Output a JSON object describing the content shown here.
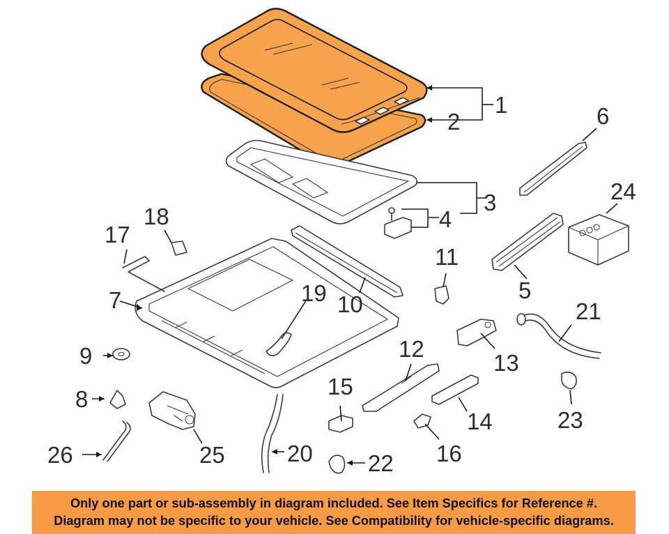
{
  "diagram": {
    "highlight_color": "#f7a24c",
    "highlighted_parts": [
      "1",
      "2"
    ],
    "callouts": {
      "c1": "1",
      "c2": "2",
      "c3": "3",
      "c4": "4",
      "c5": "5",
      "c6": "6",
      "c7": "7",
      "c8": "8",
      "c9": "9",
      "c10": "10",
      "c11": "11",
      "c12": "12",
      "c13": "13",
      "c14": "14",
      "c15": "15",
      "c16": "16",
      "c17": "17",
      "c18": "18",
      "c19": "19",
      "c20": "20",
      "c21": "21",
      "c22": "22",
      "c23": "23",
      "c24": "24",
      "c25": "25",
      "c26": "26"
    }
  },
  "disclaimer": {
    "line1": "Only one part or sub-assembly in diagram included. See Item Specifics for Reference #.",
    "line2": "Diagram may not be specific to your vehicle. See Compatibility for vehicle-specific diagrams.",
    "background": "#f59a45"
  }
}
